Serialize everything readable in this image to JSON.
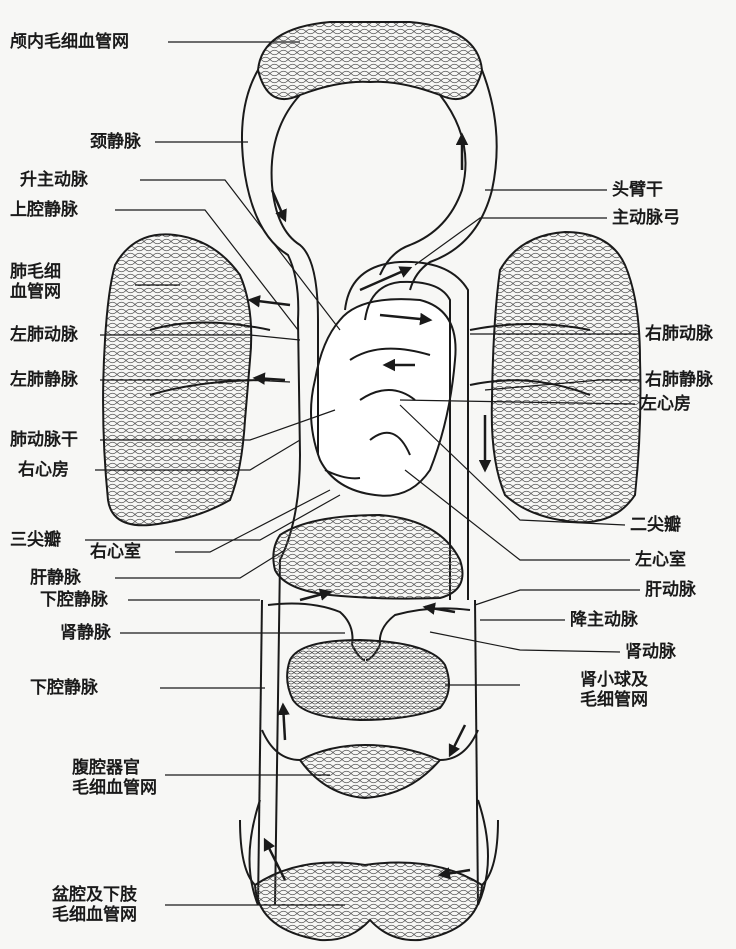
{
  "labels": {
    "cranial_capillaries": "颅内毛细血管网",
    "jugular_vein": "颈静脉",
    "brachiocephalic_trunk": "头臂干",
    "ascending_aorta": "升主动脉",
    "superior_vena_cava": "上腔静脉",
    "aortic_arch": "主动脉弓",
    "lung_capillaries_1": "肺毛细",
    "lung_capillaries_2": "血管网",
    "left_pulmonary_artery": "左肺动脉",
    "right_pulmonary_artery": "右肺动脉",
    "left_pulmonary_vein": "左肺静脉",
    "right_pulmonary_vein": "右肺静脉",
    "left_atrium": "左心房",
    "pulmonary_trunk": "肺动脉干",
    "right_atrium": "右心房",
    "tricuspid_valve": "三尖瓣",
    "right_ventricle": "右心室",
    "bicuspid_valve": "二尖瓣",
    "hepatic_vein": "肝静脉",
    "left_ventricle": "左心室",
    "hepatic_artery": "肝动脉",
    "inferior_vena_cava_1": "下腔静脉",
    "descending_aorta": "降主动脉",
    "renal_vein": "肾静脉",
    "renal_artery": "肾动脉",
    "inferior_vena_cava_2": "下腔静脉",
    "glomerulus_1": "肾小球及",
    "glomerulus_2": "毛细管网",
    "abdominal_capillaries_1": "腹腔器官",
    "abdominal_capillaries_2": "毛细血管网",
    "pelvic_capillaries_1": "盆腔及下肢",
    "pelvic_capillaries_2": "毛细血管网"
  },
  "colors": {
    "ink": "#1a1a1a",
    "paper": "#f7f7f5",
    "mesh": "#555555"
  }
}
